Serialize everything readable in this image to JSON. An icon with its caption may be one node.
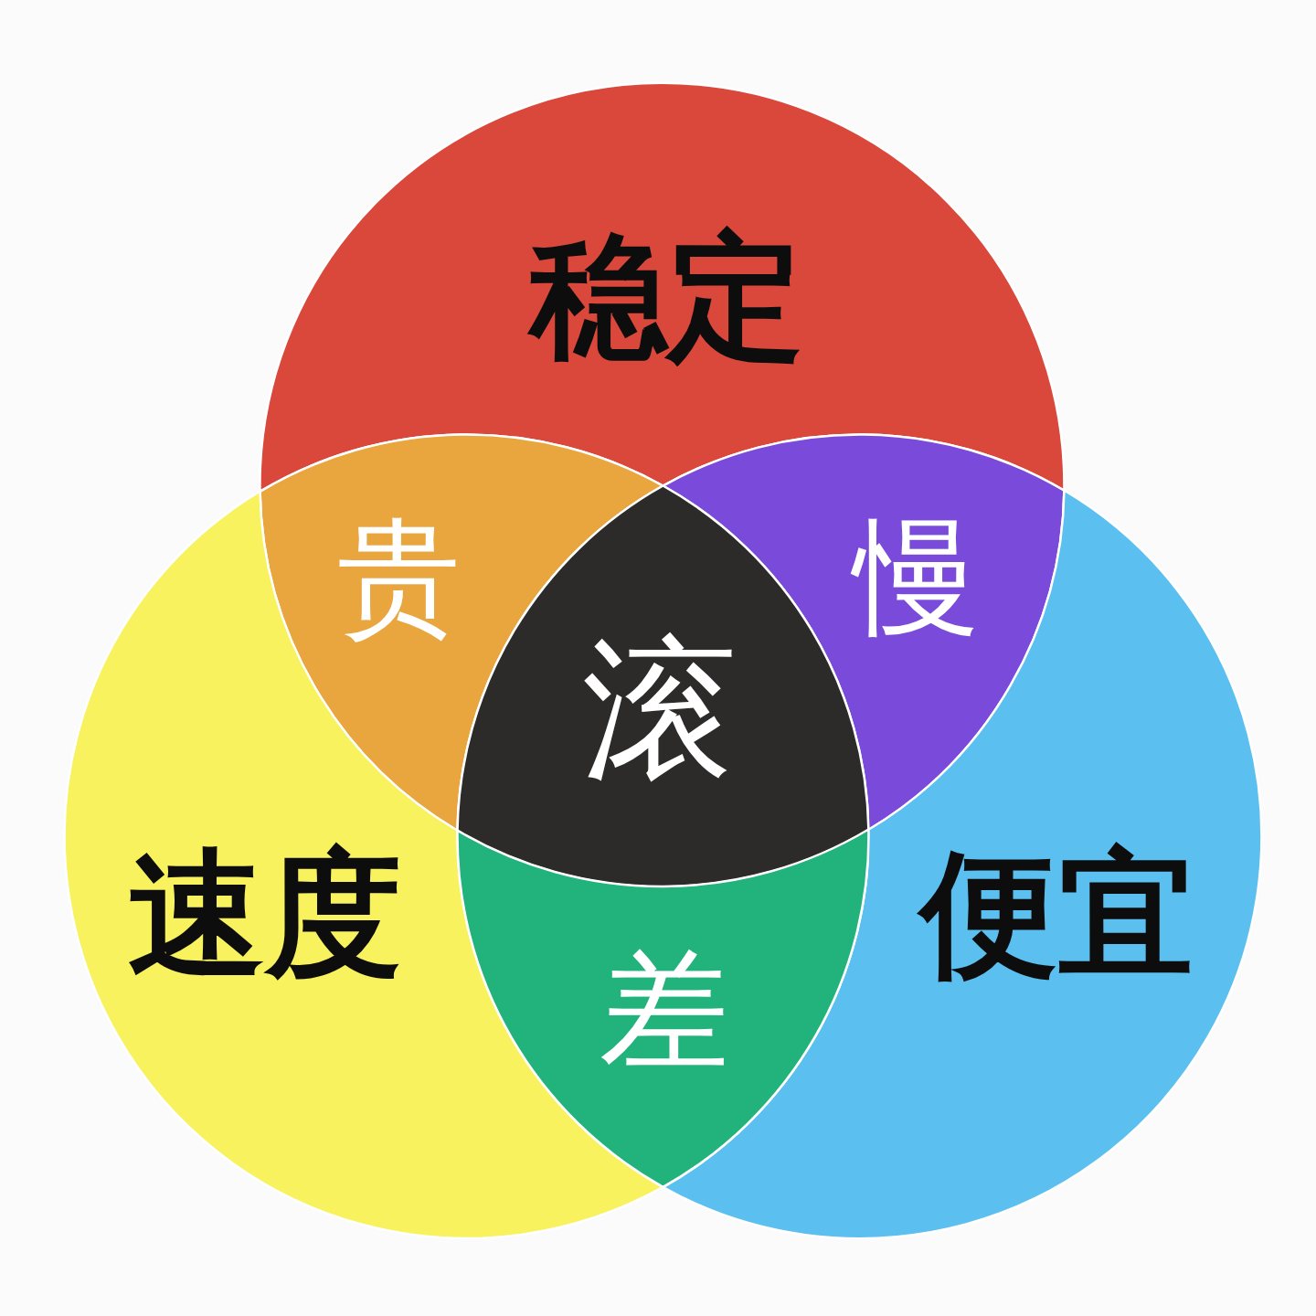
{
  "diagram": {
    "nodes": [
      {
        "text": [
          "稳定"
        ]
      },
      {
        "text": [
          "贵"
        ]
      },
      {
        "text": [
          "慢"
        ]
      },
      {
        "text": [
          "滚"
        ]
      },
      {
        "text": [
          "速度"
        ]
      },
      {
        "text": [
          "便宜"
        ]
      },
      {
        "text": [
          "差"
        ]
      }
    ]
  }
}
